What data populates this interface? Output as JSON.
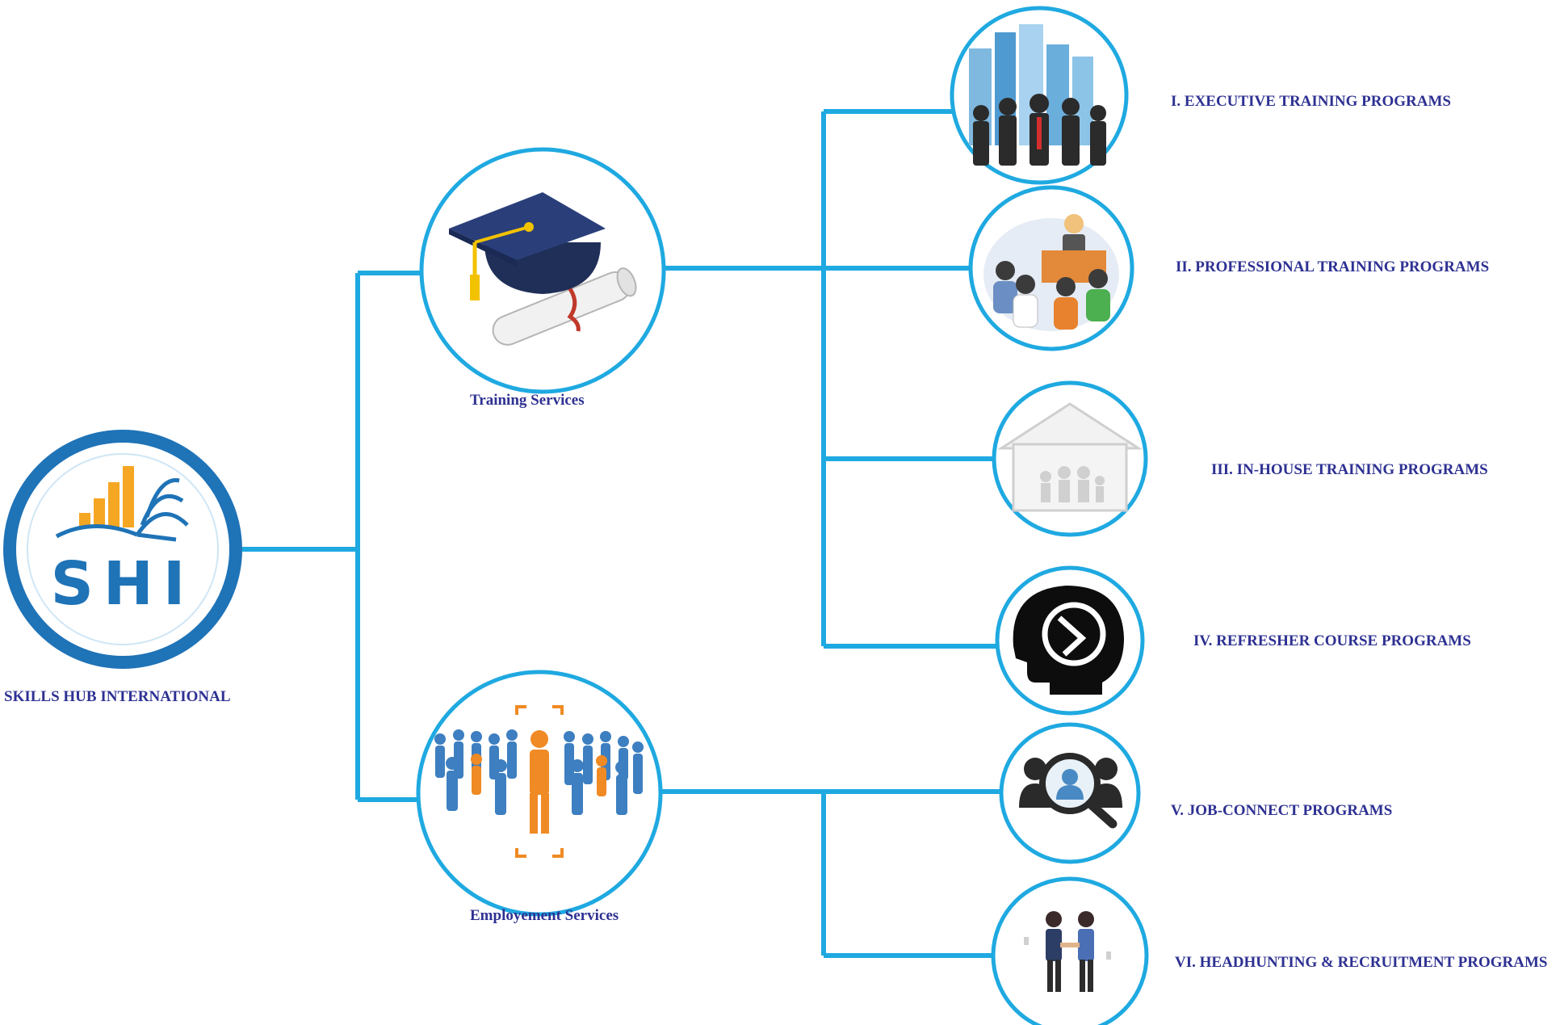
{
  "root": {
    "logo_text": "SHI",
    "label": "SKILLS HUB INTERNATIONAL"
  },
  "branches": [
    {
      "id": "training",
      "label": "Training Services",
      "icon": "graduation-cap-diploma-icon"
    },
    {
      "id": "employment",
      "label": "Employement Services",
      "icon": "crowd-candidate-selection-icon"
    }
  ],
  "programs": [
    {
      "label": "I. EXECUTIVE TRAINING PROGRAMS",
      "icon": "business-team-city-icon"
    },
    {
      "label": "II. PROFESSIONAL TRAINING PROGRAMS",
      "icon": "lecture-audience-icon"
    },
    {
      "label": "III. IN-HOUSE TRAINING PROGRAMS",
      "icon": "house-family-icon"
    },
    {
      "label": "IV. REFRESHER COURSE PROGRAMS",
      "icon": "head-refresh-icon"
    },
    {
      "label": "V.  JOB-CONNECT PROGRAMS",
      "icon": "magnifier-people-icon"
    },
    {
      "label": "VI. HEADHUNTING & RECRUITMENT PROGRAMS",
      "icon": "handshake-icon"
    }
  ],
  "colors": {
    "connector": "#1fa9e1",
    "label_text": "#2e3192",
    "logo_ring": "#1f73b7",
    "logo_accent": "#f5a623"
  }
}
